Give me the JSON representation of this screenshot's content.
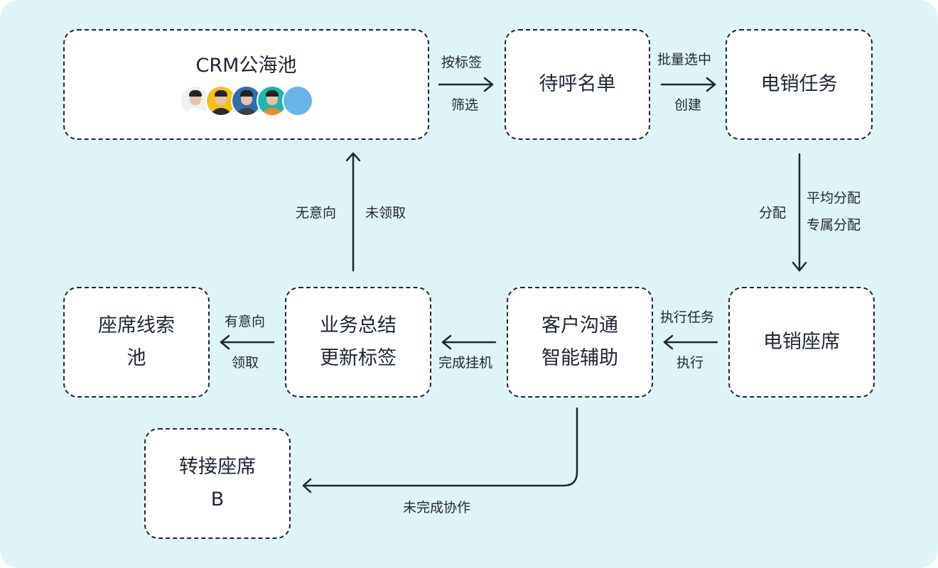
{
  "colors": {
    "background": "#dff4f7",
    "node_fill": "#ffffff",
    "stroke": "#1f2535"
  },
  "nodes": {
    "crm_pool": {
      "title": "CRM公海池"
    },
    "call_list": {
      "lines": [
        "待呼名单"
      ]
    },
    "telesales_task": {
      "lines": [
        "电销任务"
      ]
    },
    "telesales_seat": {
      "lines": [
        "电销座席"
      ]
    },
    "customer_comm": {
      "lines": [
        "客户沟通",
        "智能辅助"
      ]
    },
    "biz_summary": {
      "lines": [
        "业务总结",
        "更新标签"
      ]
    },
    "seat_lead_pool": {
      "lines": [
        "座席线索",
        "池"
      ]
    },
    "transfer_seat": {
      "lines": [
        "转接座席",
        "B"
      ]
    }
  },
  "avatars": [
    {
      "name": "avatar-1",
      "bg": "#eef0f2",
      "shirt": "#ffffff"
    },
    {
      "name": "avatar-2",
      "bg": "#f5c116",
      "shirt": "#2b2b2b"
    },
    {
      "name": "avatar-3",
      "bg": "#2f6fb0",
      "shirt": "#3a3f4a"
    },
    {
      "name": "avatar-4",
      "bg": "#1fb5b0",
      "shirt": "#f08a24"
    },
    {
      "name": "avatar-5",
      "bg": "#6ab4ea",
      "shirt": ""
    }
  ],
  "edges": {
    "crm_to_list": {
      "top": "按标签",
      "bottom": "筛选"
    },
    "list_to_task": {
      "top": "批量选中",
      "bottom": "创建"
    },
    "task_to_seat": {
      "left": "分配",
      "right1": "平均分配",
      "right2": "专属分配"
    },
    "seat_to_comm": {
      "top": "执行任务",
      "bottom": "执行"
    },
    "comm_to_summary": {
      "bottom": "完成挂机"
    },
    "summary_to_leadpool": {
      "top": "有意向",
      "bottom": "领取"
    },
    "summary_to_crm": {
      "left": "无意向",
      "right": "未领取"
    },
    "comm_to_transfer": {
      "bottom": "未完成协作"
    }
  }
}
